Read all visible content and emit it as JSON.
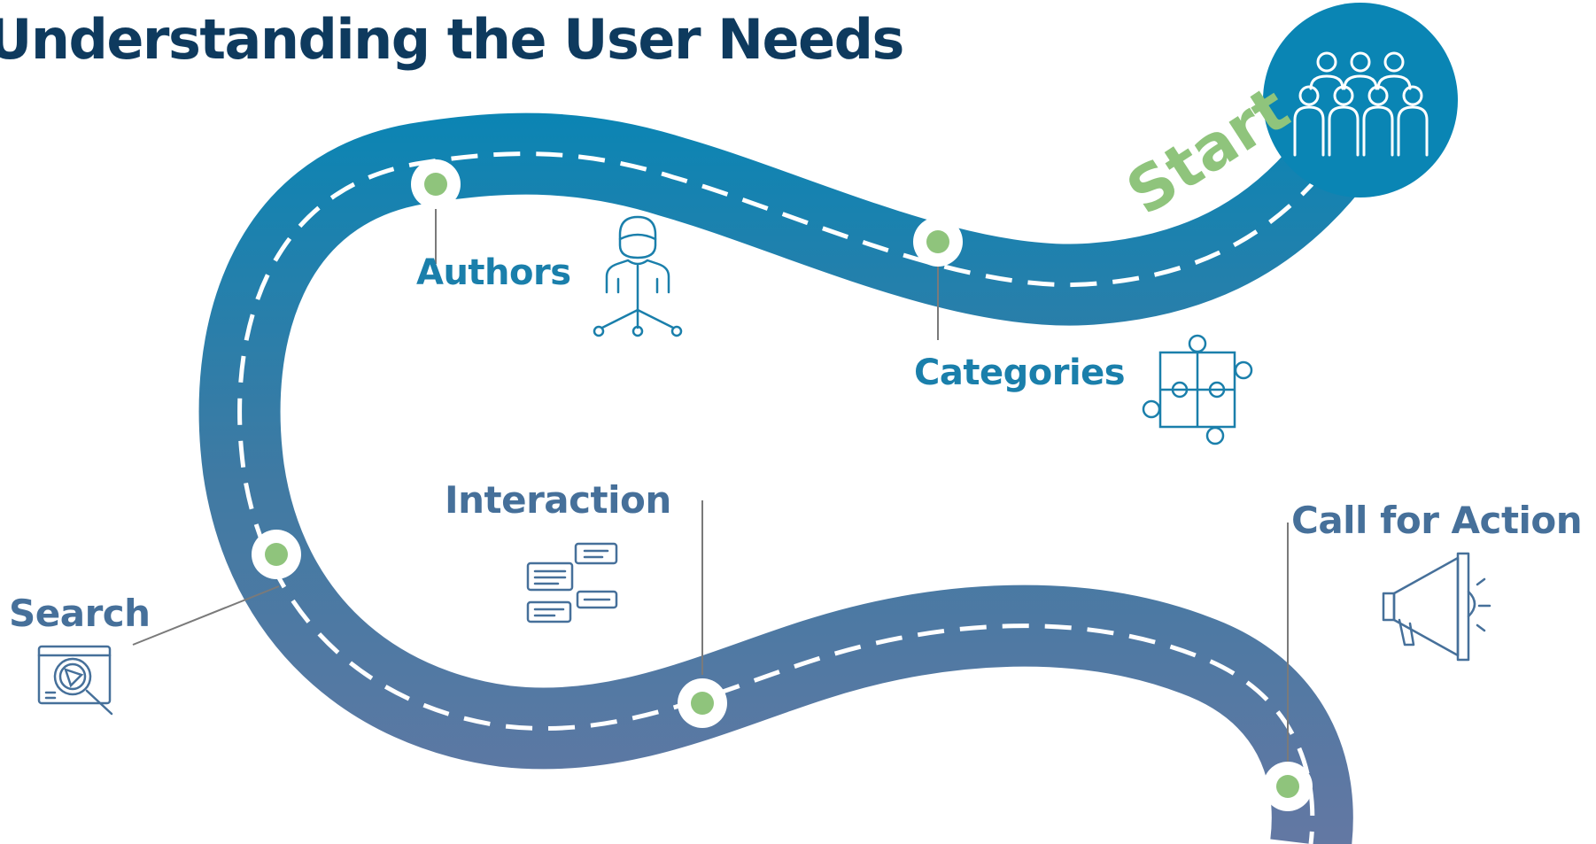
{
  "title": "Understanding the User Needs",
  "start_label": "Start",
  "milestones": {
    "authors": "Authors",
    "categories": "Categories",
    "interaction": "Interaction",
    "search": "Search",
    "call_for_action": "Call for Action"
  },
  "icons": {
    "start": "people-group-icon",
    "authors": "person-network-icon",
    "categories": "puzzle-icon",
    "interaction": "chat-bubbles-icon",
    "search": "web-search-icon",
    "call_for_action": "megaphone-icon"
  },
  "colors": {
    "title": "#0e3a5e",
    "road_top": "#0a82b0",
    "road_bottom": "#5a7aa4",
    "marker_dot": "#8fc47c",
    "start_text": "#8fc47c",
    "icon": "#1a7fab"
  }
}
